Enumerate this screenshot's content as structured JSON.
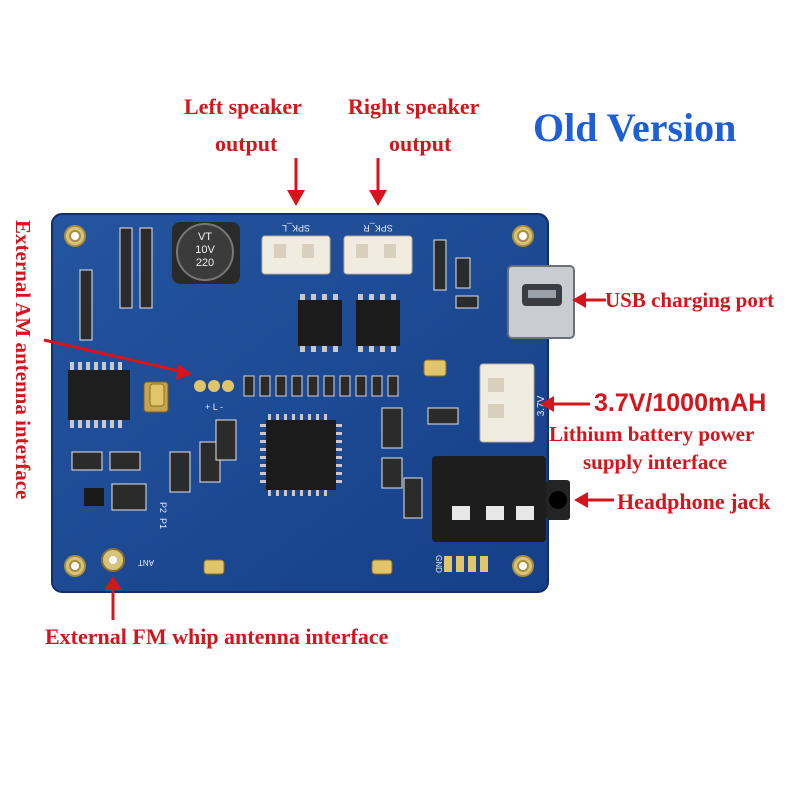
{
  "version_title": "Old Version",
  "labels": {
    "left_speaker": "Left speaker",
    "left_output": "output",
    "right_speaker": "Right speaker",
    "right_output": "output",
    "usb": "USB charging port",
    "battery_spec": "3.7V/1000mAH",
    "battery_line1": "Lithium battery power",
    "battery_line2": "supply interface",
    "headphone": "Headphone jack",
    "am_antenna": "External AM antenna interface",
    "fm_antenna": "External FM whip antenna interface"
  },
  "silkscreen": {
    "cap_line1": "220",
    "cap_line2": "10V",
    "cap_line3": "VT",
    "spk_l": "SPK_L",
    "spk_r": "SPK_R",
    "batt": "3.7V",
    "ant": "ANT",
    "gnd": "GND",
    "p1": "P1",
    "p2": "P2",
    "am_pads": "+ L -"
  },
  "colors": {
    "pcb": "#1c4d9c",
    "label_red": "#d4151c",
    "title_blue": "#1e5fd6"
  }
}
